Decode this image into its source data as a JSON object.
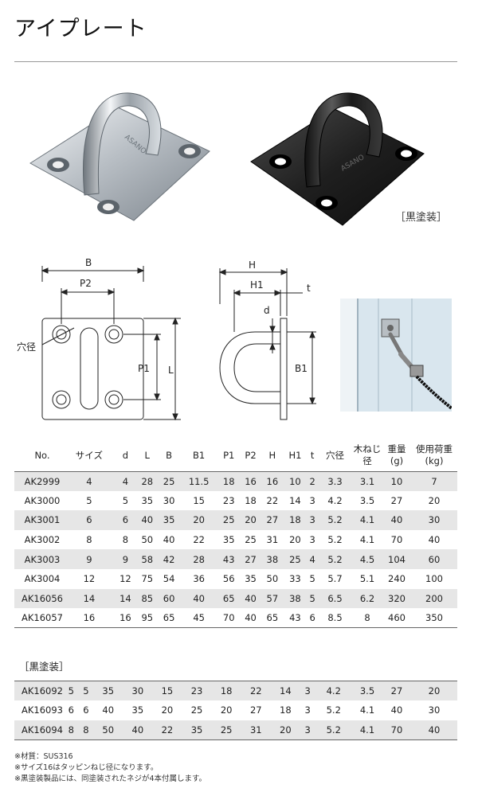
{
  "page_title": "アイプレート",
  "black_caption": "［黒塗装］",
  "diagram_labels": {
    "B": "B",
    "P2": "P2",
    "hole": "穴径",
    "P1": "P1",
    "L": "L",
    "H": "H",
    "H1": "H1",
    "t": "t",
    "d": "d",
    "B1": "B1"
  },
  "brand_mark": "ASANO",
  "table_headers": [
    "No.",
    "サイズ",
    "d",
    "L",
    "B",
    "B1",
    "P1",
    "P2",
    "H",
    "H1",
    "t",
    "穴径",
    "木ねじ径",
    "重量(g)",
    "使用荷重(kg)"
  ],
  "table_rows": [
    [
      "AK2999",
      "4",
      "4",
      "28",
      "25",
      "11.5",
      "18",
      "16",
      "16",
      "10",
      "2",
      "3.3",
      "3.1",
      "10",
      "7"
    ],
    [
      "AK3000",
      "5",
      "5",
      "35",
      "30",
      "15",
      "23",
      "18",
      "22",
      "14",
      "3",
      "4.2",
      "3.5",
      "27",
      "20"
    ],
    [
      "AK3001",
      "6",
      "6",
      "40",
      "35",
      "20",
      "25",
      "20",
      "27",
      "18",
      "3",
      "5.2",
      "4.1",
      "40",
      "30"
    ],
    [
      "AK3002",
      "8",
      "8",
      "50",
      "40",
      "22",
      "35",
      "25",
      "31",
      "20",
      "3",
      "5.2",
      "4.1",
      "70",
      "40"
    ],
    [
      "AK3003",
      "9",
      "9",
      "58",
      "42",
      "28",
      "43",
      "27",
      "38",
      "25",
      "4",
      "5.2",
      "4.5",
      "104",
      "60"
    ],
    [
      "AK3004",
      "12",
      "12",
      "75",
      "54",
      "36",
      "56",
      "35",
      "50",
      "33",
      "5",
      "5.7",
      "5.1",
      "240",
      "100"
    ],
    [
      "AK16056",
      "14",
      "14",
      "85",
      "60",
      "40",
      "65",
      "40",
      "57",
      "38",
      "5",
      "6.5",
      "6.2",
      "320",
      "200"
    ],
    [
      "AK16057",
      "16",
      "16",
      "95",
      "65",
      "45",
      "70",
      "40",
      "65",
      "43",
      "6",
      "8.5",
      "8",
      "460",
      "350"
    ]
  ],
  "black_section_label": "［黒塗装］",
  "black_rows": [
    [
      "AK16092",
      "5",
      "5",
      "35",
      "30",
      "15",
      "23",
      "18",
      "22",
      "14",
      "3",
      "4.2",
      "3.5",
      "27",
      "20"
    ],
    [
      "AK16093",
      "6",
      "6",
      "40",
      "35",
      "20",
      "25",
      "20",
      "27",
      "18",
      "3",
      "5.2",
      "4.1",
      "40",
      "30"
    ],
    [
      "AK16094",
      "8",
      "8",
      "50",
      "40",
      "22",
      "35",
      "25",
      "31",
      "20",
      "3",
      "5.2",
      "4.1",
      "70",
      "40"
    ]
  ],
  "notes": [
    "※材質：SUS316",
    "※サイズ16はタッピンねじ径になります。",
    "※黒塗装製品には、同塗装されたネジが4本付属します。"
  ]
}
